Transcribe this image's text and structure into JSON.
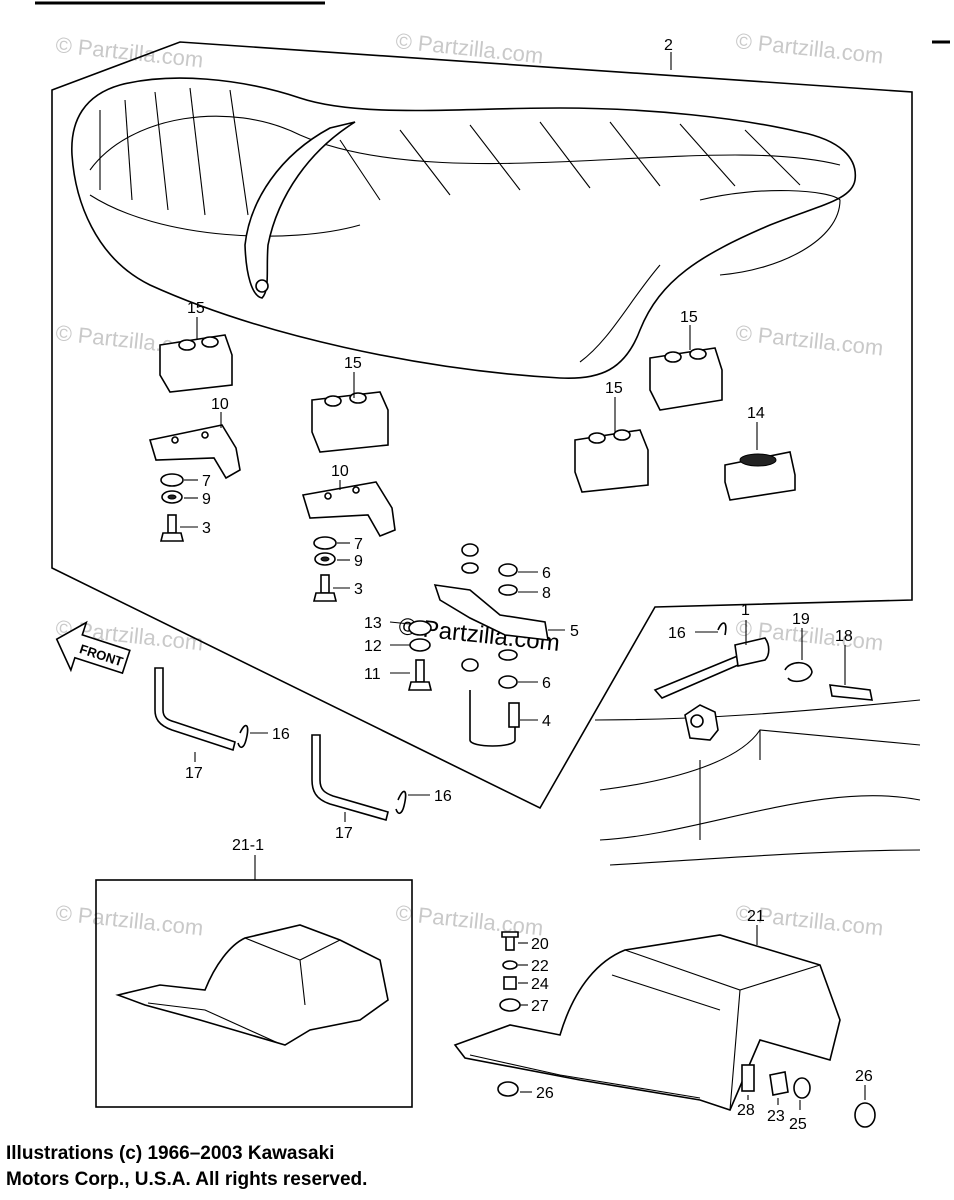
{
  "watermark": "© Partzilla.com",
  "front_arrow": "FRONT",
  "callouts": {
    "c2": "2",
    "c15a": "15",
    "c15b": "15",
    "c15c": "15",
    "c15d": "15",
    "c14": "14",
    "c10a": "10",
    "c10b": "10",
    "c7a": "7",
    "c9a": "9",
    "c3a": "3",
    "c7b": "7",
    "c9b": "9",
    "c3b": "3",
    "c6a": "6",
    "c8": "8",
    "c5": "5",
    "c6b": "6",
    "c4": "4",
    "c13": "13",
    "c12": "12",
    "c11": "11",
    "c1": "1",
    "c16a": "16",
    "c19": "19",
    "c18": "18",
    "c16b": "16",
    "c17a": "17",
    "c16c": "16",
    "c17b": "17",
    "c211": "21-1",
    "c21": "21",
    "c20": "20",
    "c22": "22",
    "c24": "24",
    "c27": "27",
    "c26a": "26",
    "c28": "28",
    "c23": "23",
    "c25": "25",
    "c26b": "26"
  },
  "copyright": {
    "line1": "Illustrations (c) 1966–2003 Kawasaki",
    "line2": "Motors Corp., U.S.A.  All rights reserved."
  }
}
